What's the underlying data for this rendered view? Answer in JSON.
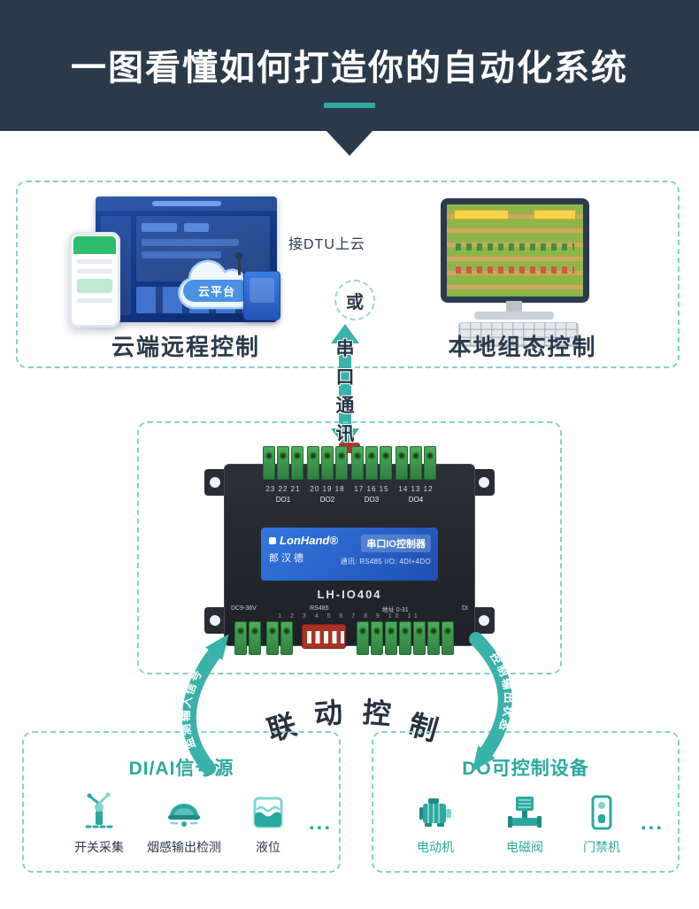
{
  "colors": {
    "header_bg": "#2b3a4b",
    "accent_teal": "#2ba8a0",
    "dark_text": "#2b3a4b",
    "device_label_blue": "#2d6ad6",
    "terminal_green": "#3f9e4e"
  },
  "header": {
    "title": "一图看懂如何打造你的自动化系统"
  },
  "top_section": {
    "dtu_note": "接DTU上云",
    "cloud_label": "云平台",
    "or_label": "或",
    "left_caption": "云端远程控制",
    "right_caption": "本地组态控制"
  },
  "serial_link": {
    "label": "串口通讯",
    "chars": [
      "串",
      "口",
      "通",
      "讯"
    ]
  },
  "device": {
    "brand": "LonHand®",
    "brand_cn": "郎汉德",
    "product": "串口IO控制器",
    "spec": "通讯: RS485   I/O: 4DI+4DO",
    "model": "LH-IO404",
    "do_groups": [
      {
        "nums": "23 22 21",
        "label": "DO1"
      },
      {
        "nums": "20 19 18",
        "label": "DO2"
      },
      {
        "nums": "17 16 15",
        "label": "DO3"
      },
      {
        "nums": "14 13 12",
        "label": "DO4"
      }
    ],
    "power_label": "DC9-36V",
    "rs485_label": "RS485",
    "dip_label": "地址 0-31",
    "di_label": "DI",
    "bottom_nums": "1 2 3 4 5 6 7 8 9 10 11"
  },
  "flow": {
    "input_label": "监测输入信号",
    "output_label": "控制输出状态",
    "center_label": "联动控制",
    "center_chars": [
      "联",
      "动",
      "控",
      "制"
    ]
  },
  "di_box": {
    "title": "DI/AI信号源",
    "items": [
      {
        "label": "开关采集",
        "icon": "switch-sensor-icon"
      },
      {
        "label": "烟感输出检测",
        "icon": "smoke-detector-icon"
      },
      {
        "label": "液位",
        "icon": "liquid-level-icon"
      }
    ],
    "more": "..."
  },
  "do_box": {
    "title": "DO可控制设备",
    "items": [
      {
        "label": "电动机",
        "icon": "motor-icon"
      },
      {
        "label": "电磁阀",
        "icon": "solenoid-valve-icon"
      },
      {
        "label": "门禁机",
        "icon": "access-control-icon"
      }
    ],
    "more": "..."
  }
}
